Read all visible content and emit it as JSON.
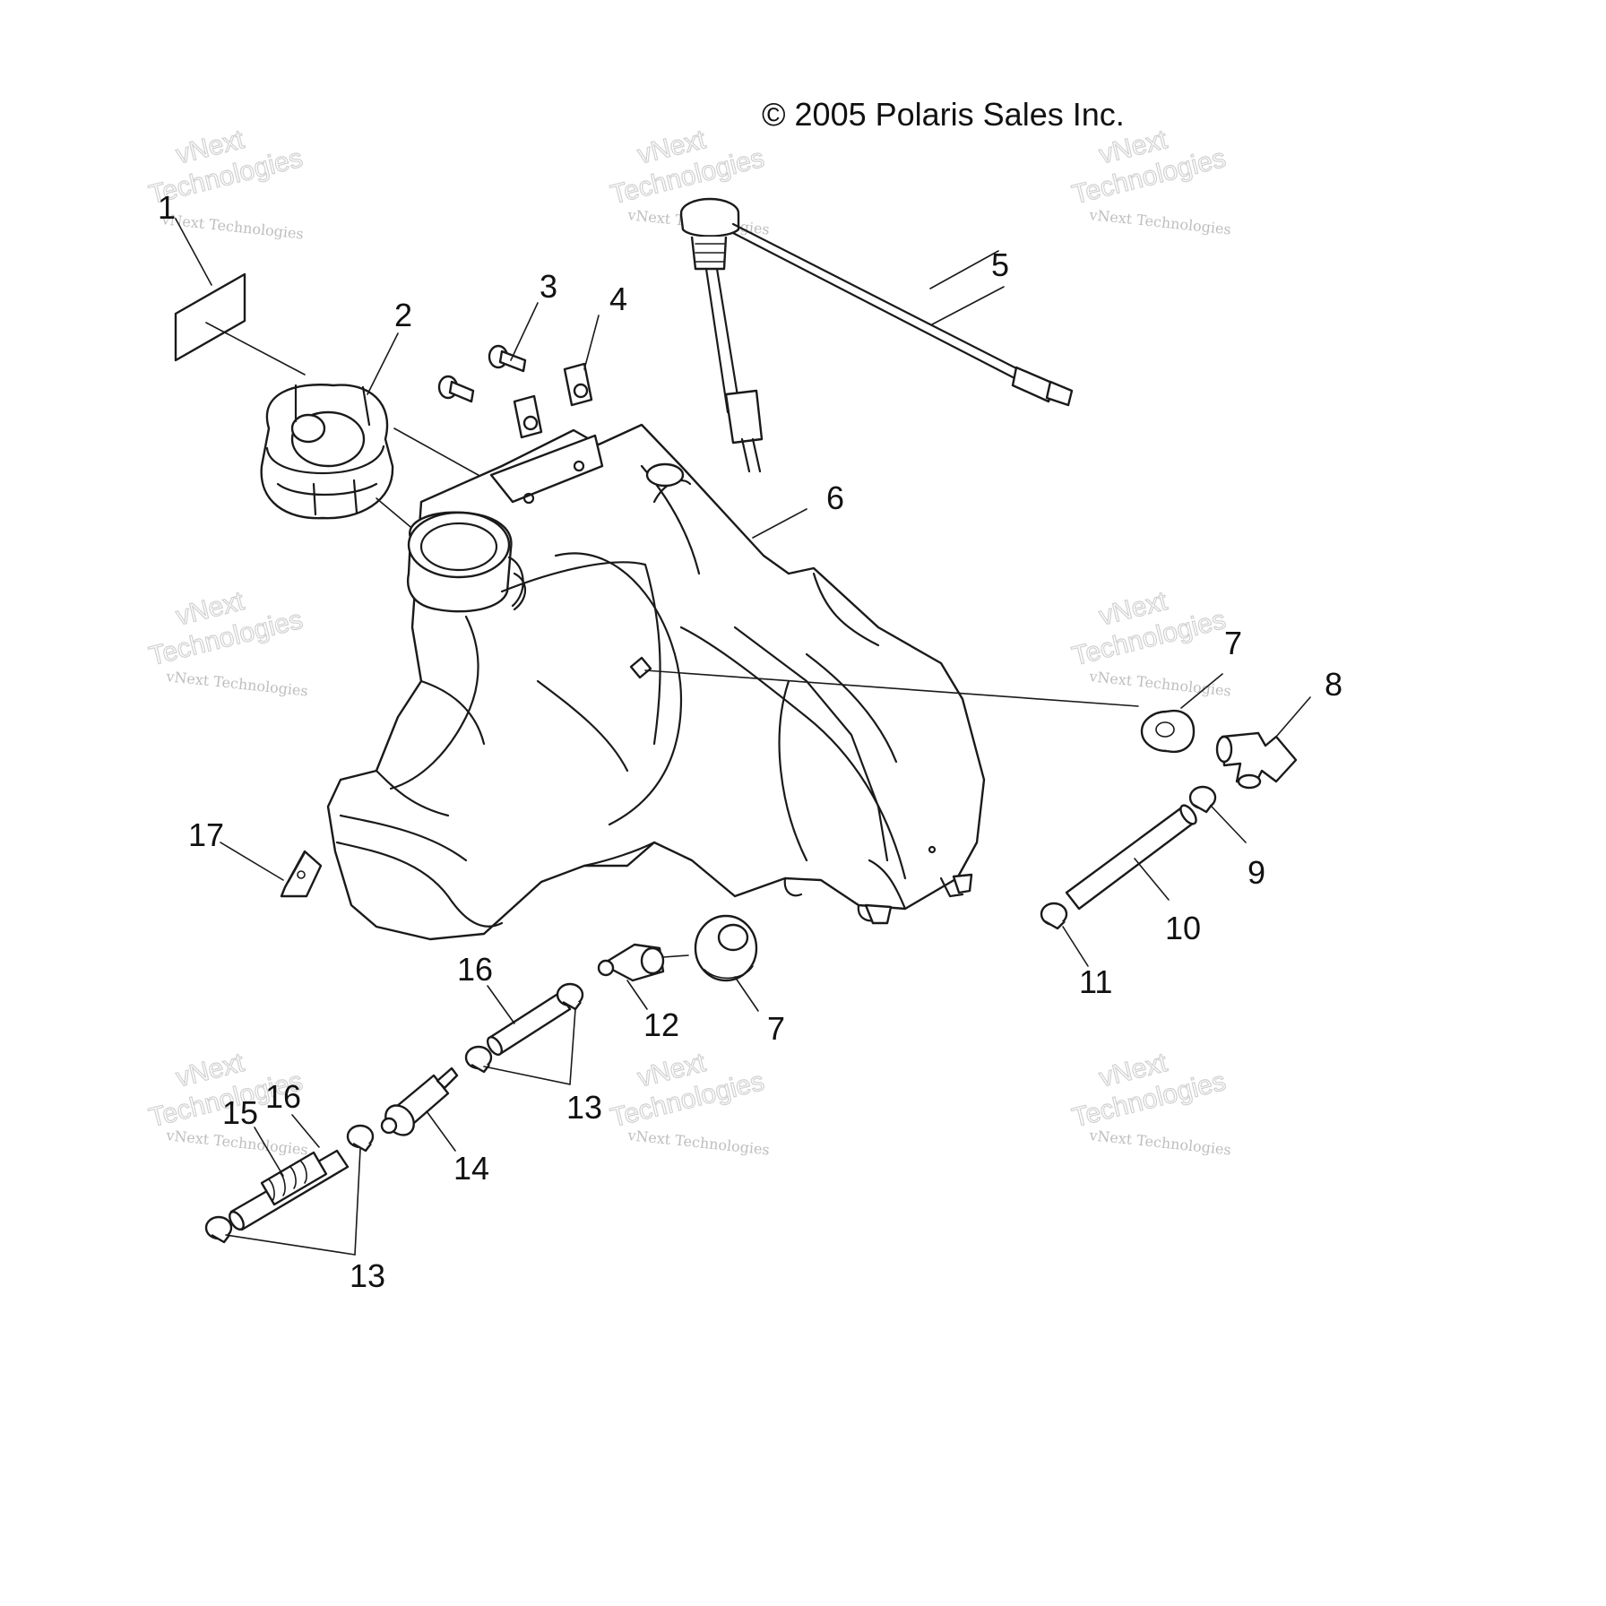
{
  "copyright": "© 2005 Polaris Sales Inc.",
  "watermark": {
    "small": "vNext Technologies",
    "big_top": "vNext",
    "big_bottom": "Technologies"
  },
  "callouts": [
    {
      "id": "c1",
      "label": "1"
    },
    {
      "id": "c2",
      "label": "2"
    },
    {
      "id": "c3",
      "label": "3"
    },
    {
      "id": "c4",
      "label": "4"
    },
    {
      "id": "c5",
      "label": "5"
    },
    {
      "id": "c6",
      "label": "6"
    },
    {
      "id": "c7a",
      "label": "7"
    },
    {
      "id": "c7b",
      "label": "7"
    },
    {
      "id": "c8",
      "label": "8"
    },
    {
      "id": "c9",
      "label": "9"
    },
    {
      "id": "c10",
      "label": "10"
    },
    {
      "id": "c11",
      "label": "11"
    },
    {
      "id": "c12",
      "label": "12"
    },
    {
      "id": "c13a",
      "label": "13"
    },
    {
      "id": "c13b",
      "label": "13"
    },
    {
      "id": "c14",
      "label": "14"
    },
    {
      "id": "c15",
      "label": "15"
    },
    {
      "id": "c16a",
      "label": "16"
    },
    {
      "id": "c16b",
      "label": "16"
    },
    {
      "id": "c17",
      "label": "17"
    }
  ]
}
